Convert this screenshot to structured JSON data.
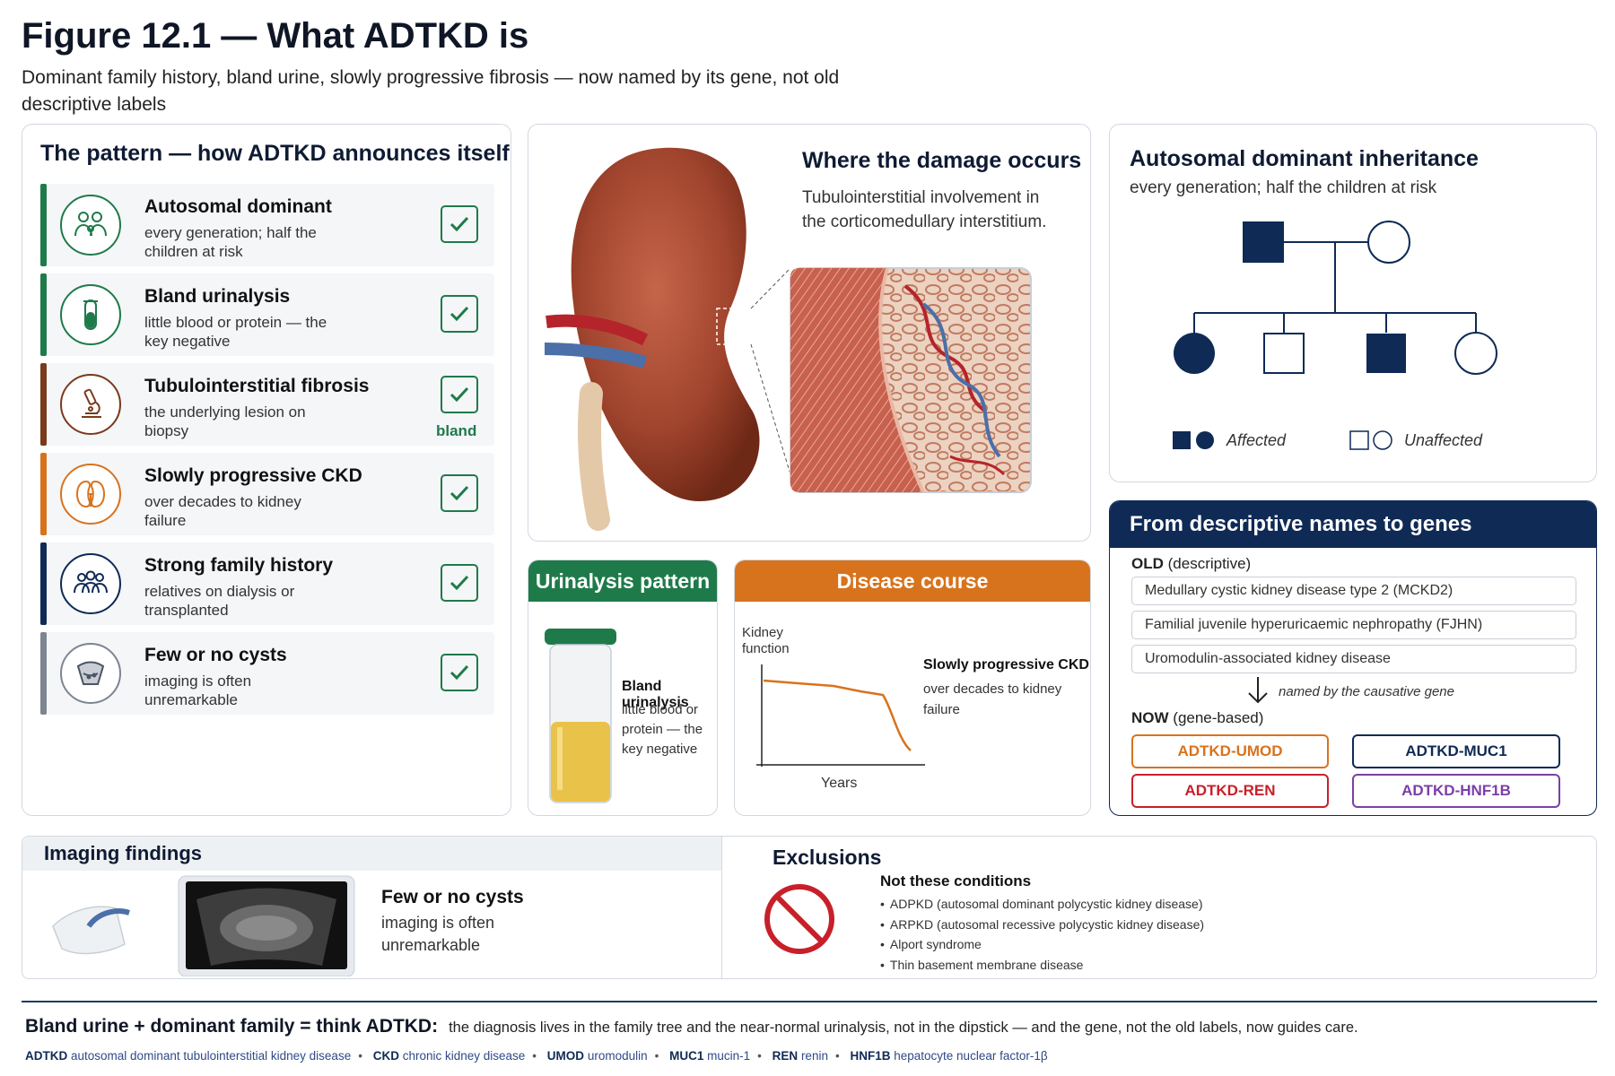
{
  "header": {
    "title": "Figure 12.1 — What ADTKD is",
    "subtitle": "Dominant family history, bland urine, slowly progressive fibrosis — now named by its gene, not old descriptive labels"
  },
  "pattern": {
    "title": "The pattern — how ADTKD announces itself",
    "rows": [
      {
        "title": "Autosomal dominant",
        "desc": "every generation; half the children at risk",
        "icon": "family-icon",
        "color": "#1f7a4a"
      },
      {
        "title": "Bland urinalysis",
        "desc": "little blood or protein — the key negative",
        "icon": "test-tube-icon",
        "color": "#1f7a4a"
      },
      {
        "title": "Tubulointerstitial fibrosis",
        "desc": "the underlying lesion on biopsy",
        "icon": "microscope-icon",
        "color": "#7a3a1c",
        "extra": "bland"
      },
      {
        "title": "Slowly progressive CKD",
        "desc": "over decades to kidney failure",
        "icon": "kidney-icon",
        "color": "#d8731d"
      },
      {
        "title": "Strong family history",
        "desc": "relatives on dialysis or transplanted",
        "icon": "group-icon",
        "color": "#0f2a55"
      },
      {
        "title": "Few or no cysts",
        "desc": "imaging is often unremarkable",
        "icon": "ultrasound-icon",
        "color": "#7d8591"
      }
    ]
  },
  "kidney": {
    "title": "Where the damage occurs",
    "desc": "Tubulointerstitial involvement in the corticomedullary interstitium."
  },
  "inheritance": {
    "title": "Autosomal dominant inheritance",
    "subtitle": "every generation; half the children at risk",
    "legend_affected": "Affected",
    "legend_unaffected": "Unaffected",
    "affected_color": "#0f2a55"
  },
  "urinalysis": {
    "title": "Urinalysis pattern",
    "label": "Bland urinalysis",
    "desc": "little blood or protein — the key negative"
  },
  "course": {
    "title": "Disease course",
    "ylabel": "Kidney function",
    "xlabel": "Years",
    "label": "Slowly progressive CKD",
    "desc": "over decades to kidney failure"
  },
  "genes": {
    "title": "From descriptive names to genes",
    "old_label": "OLD",
    "old_suffix": "(descriptive)",
    "old_names": [
      "Medullary cystic kidney disease type 2 (MCKD2)",
      "Familial juvenile hyperuricaemic nephropathy (FJHN)",
      "Uromodulin-associated kidney disease"
    ],
    "arrow_note": "named by the causative gene",
    "now_label": "NOW",
    "now_suffix": "(gene-based)",
    "genes": [
      {
        "name": "ADTKD-UMOD",
        "color": "#d8731d"
      },
      {
        "name": "ADTKD-MUC1",
        "color": "#0f2a55"
      },
      {
        "name": "ADTKD-REN",
        "color": "#c8202a"
      },
      {
        "name": "ADTKD-HNF1B",
        "color": "#7b3fa8"
      }
    ]
  },
  "imaging": {
    "title": "Imaging findings",
    "label": "Few or no cysts",
    "desc": "imaging is often unremarkable"
  },
  "exclusions": {
    "title": "Exclusions",
    "subtitle": "Not these conditions",
    "items": [
      "ADPKD (autosomal dominant polycystic kidney disease)",
      "ARPKD (autosomal recessive polycystic kidney disease)",
      "Alport syndrome",
      "Thin basement membrane disease"
    ]
  },
  "footer": {
    "lead": "Bland urine + dominant family = think ADTKD:",
    "text": "the diagnosis lives in the family tree and the near-normal urinalysis, not in the dipstick — and the gene, not the old labels, now guides care."
  },
  "abbreviations": [
    {
      "abbr": "ADTKD",
      "full": "autosomal dominant tubulointerstitial kidney disease"
    },
    {
      "abbr": "CKD",
      "full": "chronic kidney disease"
    },
    {
      "abbr": "UMOD",
      "full": "uromodulin"
    },
    {
      "abbr": "MUC1",
      "full": "mucin-1"
    },
    {
      "abbr": "REN",
      "full": "renin"
    },
    {
      "abbr": "HNF1B",
      "full": "hepatocyte nuclear factor-1β"
    }
  ]
}
